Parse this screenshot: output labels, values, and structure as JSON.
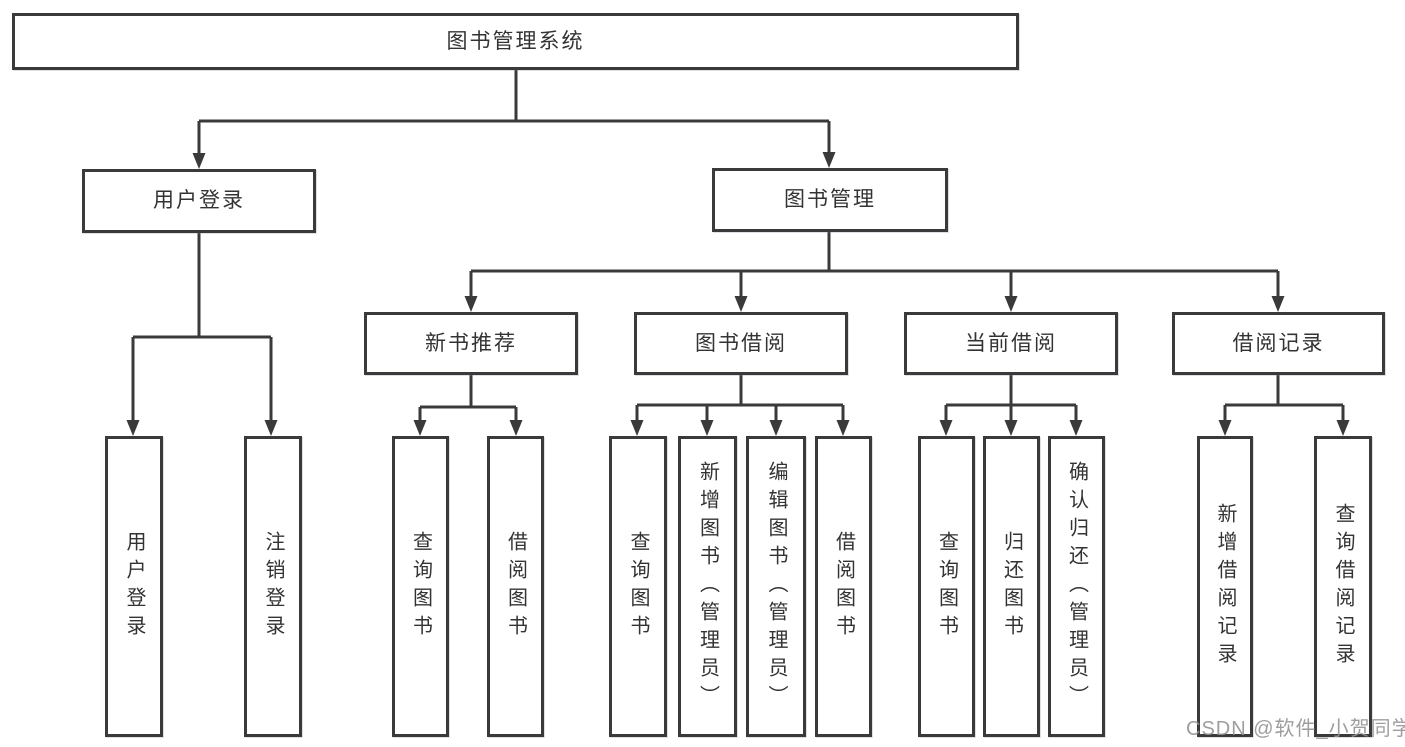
{
  "nodes": {
    "root": "图书管理系统",
    "level2": [
      "用户登录",
      "图书管理"
    ],
    "level3": [
      "新书推荐",
      "图书借阅",
      "当前借阅",
      "借阅记录"
    ],
    "leaves": [
      "用户登录",
      "注销登录",
      "查询图书",
      "借阅图书",
      "查询图书",
      "新增图书（管理员）",
      "编辑图书（管理员）",
      "借阅图书",
      "查询图书",
      "归还图书",
      "确认归还（管理员）",
      "新增借阅记录",
      "查询借阅记录"
    ]
  },
  "watermark": "CSDN @软件_小贺同学",
  "colors": {
    "line": "#3a3a3a",
    "box_border": "#3a3a3a",
    "text": "#333333",
    "background": "#ffffff",
    "watermark": "#949494"
  }
}
